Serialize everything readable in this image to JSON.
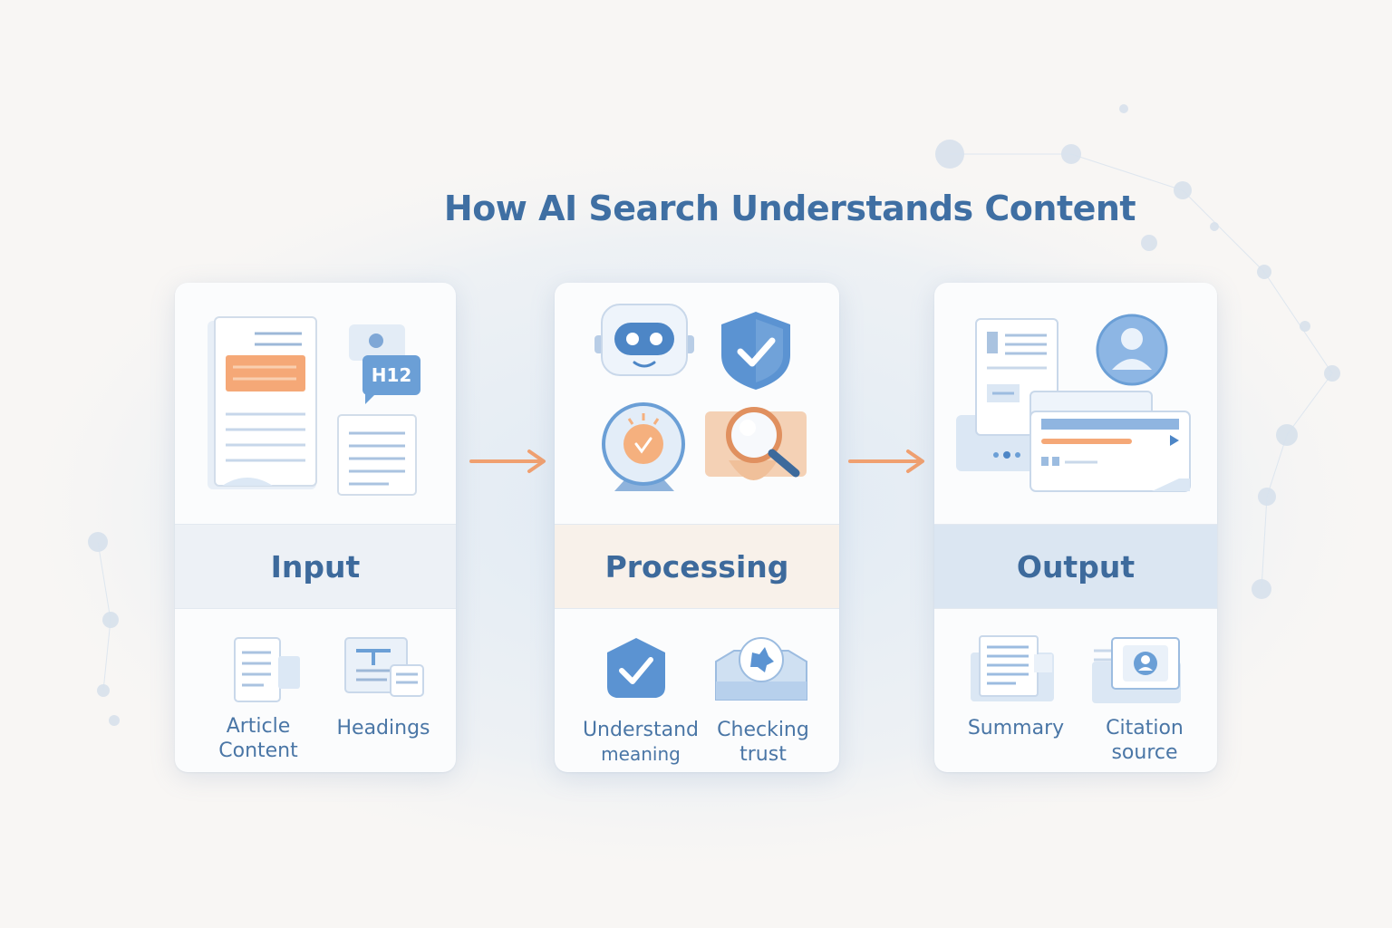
{
  "title": "How AI Search Understands Content",
  "stages": [
    {
      "label": "Input",
      "items": [
        {
          "line1": "Article",
          "line2": "Content"
        },
        {
          "line1": "Headings",
          "line2": ""
        }
      ],
      "badge": "H12"
    },
    {
      "label": "Processing",
      "items": [
        {
          "line1": "Understand",
          "line2": "meaning"
        },
        {
          "line1": "Checking",
          "line2": "trust"
        }
      ]
    },
    {
      "label": "Output",
      "items": [
        {
          "line1": "Summary",
          "line2": ""
        },
        {
          "line1": "Citation",
          "line2": "source"
        }
      ]
    }
  ],
  "colors": {
    "title": "#3f6fa3",
    "accent_orange": "#f0a070",
    "accent_blue": "#6b9fd6",
    "band_input": "#edf1f6",
    "band_processing": "#f8f1ea",
    "band_output": "#dbe6f2"
  }
}
